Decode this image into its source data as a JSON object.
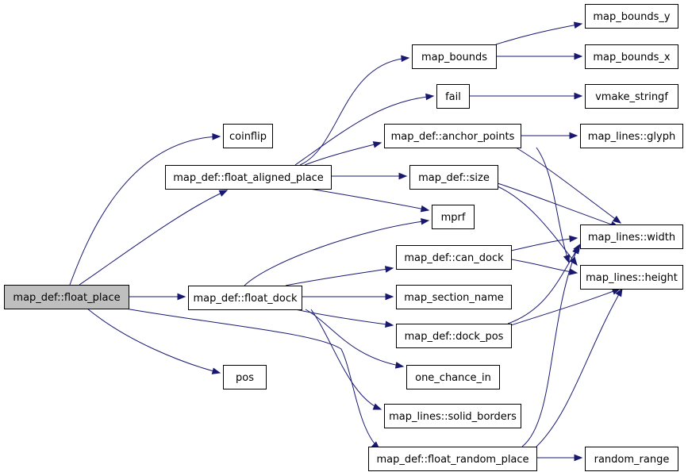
{
  "graph": {
    "nodes": [
      {
        "id": "float_place",
        "label": "map_def::float_place",
        "highlighted": true
      },
      {
        "id": "coinflip",
        "label": "coinflip"
      },
      {
        "id": "float_aligned_place",
        "label": "map_def::float_aligned_place"
      },
      {
        "id": "float_dock",
        "label": "map_def::float_dock"
      },
      {
        "id": "pos",
        "label": "pos"
      },
      {
        "id": "float_random_place",
        "label": "map_def::float_random_place"
      },
      {
        "id": "map_bounds",
        "label": "map_bounds"
      },
      {
        "id": "fail",
        "label": "fail"
      },
      {
        "id": "anchor_points",
        "label": "map_def::anchor_points"
      },
      {
        "id": "size",
        "label": "map_def::size"
      },
      {
        "id": "mprf",
        "label": "mprf"
      },
      {
        "id": "can_dock",
        "label": "map_def::can_dock"
      },
      {
        "id": "map_section_name",
        "label": "map_section_name"
      },
      {
        "id": "dock_pos",
        "label": "map_def::dock_pos"
      },
      {
        "id": "one_chance_in",
        "label": "one_chance_in"
      },
      {
        "id": "solid_borders",
        "label": "map_lines::solid_borders"
      },
      {
        "id": "map_bounds_y",
        "label": "map_bounds_y"
      },
      {
        "id": "map_bounds_x",
        "label": "map_bounds_x"
      },
      {
        "id": "vmake_stringf",
        "label": "vmake_stringf"
      },
      {
        "id": "glyph",
        "label": "map_lines::glyph"
      },
      {
        "id": "width",
        "label": "map_lines::width"
      },
      {
        "id": "height",
        "label": "map_lines::height"
      },
      {
        "id": "random_range",
        "label": "random_range"
      }
    ],
    "edges": [
      {
        "from": "float_place",
        "to": "coinflip"
      },
      {
        "from": "float_place",
        "to": "float_aligned_place"
      },
      {
        "from": "float_place",
        "to": "float_dock"
      },
      {
        "from": "float_place",
        "to": "pos"
      },
      {
        "from": "float_place",
        "to": "float_random_place"
      },
      {
        "from": "float_aligned_place",
        "to": "map_bounds"
      },
      {
        "from": "float_aligned_place",
        "to": "fail"
      },
      {
        "from": "float_aligned_place",
        "to": "anchor_points"
      },
      {
        "from": "float_aligned_place",
        "to": "size"
      },
      {
        "from": "float_aligned_place",
        "to": "mprf"
      },
      {
        "from": "float_dock",
        "to": "mprf"
      },
      {
        "from": "float_dock",
        "to": "can_dock"
      },
      {
        "from": "float_dock",
        "to": "map_section_name"
      },
      {
        "from": "float_dock",
        "to": "dock_pos"
      },
      {
        "from": "float_dock",
        "to": "one_chance_in"
      },
      {
        "from": "float_dock",
        "to": "solid_borders"
      },
      {
        "from": "map_bounds",
        "to": "map_bounds_y"
      },
      {
        "from": "map_bounds",
        "to": "map_bounds_x"
      },
      {
        "from": "fail",
        "to": "vmake_stringf"
      },
      {
        "from": "anchor_points",
        "to": "glyph"
      },
      {
        "from": "anchor_points",
        "to": "width"
      },
      {
        "from": "anchor_points",
        "to": "height"
      },
      {
        "from": "size",
        "to": "width"
      },
      {
        "from": "size",
        "to": "height"
      },
      {
        "from": "can_dock",
        "to": "width"
      },
      {
        "from": "can_dock",
        "to": "height"
      },
      {
        "from": "dock_pos",
        "to": "width"
      },
      {
        "from": "dock_pos",
        "to": "height"
      },
      {
        "from": "float_random_place",
        "to": "width"
      },
      {
        "from": "float_random_place",
        "to": "height"
      },
      {
        "from": "float_random_place",
        "to": "random_range"
      }
    ]
  },
  "colors": {
    "edge": "#191970",
    "node_border": "#000000",
    "node_fill": "#ffffff",
    "highlighted_fill": "#bfbfbf"
  }
}
